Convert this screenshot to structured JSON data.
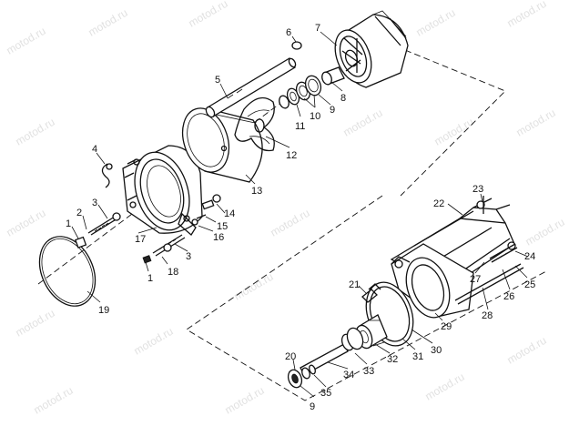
{
  "watermark": "motod.ru",
  "callouts": [
    {
      "id": "c1",
      "text": "1"
    },
    {
      "id": "c2",
      "text": "2"
    },
    {
      "id": "c3",
      "text": "3"
    },
    {
      "id": "c3b",
      "text": "3"
    },
    {
      "id": "c4",
      "text": "4"
    },
    {
      "id": "c5",
      "text": "5"
    },
    {
      "id": "c6",
      "text": "6"
    },
    {
      "id": "c7",
      "text": "7"
    },
    {
      "id": "c8",
      "text": "8"
    },
    {
      "id": "c9",
      "text": "9"
    },
    {
      "id": "c9b",
      "text": "9"
    },
    {
      "id": "c10",
      "text": "10"
    },
    {
      "id": "c11",
      "text": "11"
    },
    {
      "id": "c12",
      "text": "12"
    },
    {
      "id": "c13",
      "text": "13"
    },
    {
      "id": "c14",
      "text": "14"
    },
    {
      "id": "c15",
      "text": "15"
    },
    {
      "id": "c16",
      "text": "16"
    },
    {
      "id": "c17",
      "text": "17"
    },
    {
      "id": "c18",
      "text": "18"
    },
    {
      "id": "c1b",
      "text": "1"
    },
    {
      "id": "c19",
      "text": "19"
    },
    {
      "id": "c20",
      "text": "20"
    },
    {
      "id": "c21",
      "text": "21"
    },
    {
      "id": "c22",
      "text": "22"
    },
    {
      "id": "c23",
      "text": "23"
    },
    {
      "id": "c24",
      "text": "24"
    },
    {
      "id": "c25",
      "text": "25"
    },
    {
      "id": "c26",
      "text": "26"
    },
    {
      "id": "c27",
      "text": "27"
    },
    {
      "id": "c28",
      "text": "28"
    },
    {
      "id": "c29",
      "text": "29"
    },
    {
      "id": "c30",
      "text": "30"
    },
    {
      "id": "c31",
      "text": "31"
    },
    {
      "id": "c32",
      "text": "32"
    },
    {
      "id": "c33",
      "text": "33"
    },
    {
      "id": "c34",
      "text": "34"
    },
    {
      "id": "c35",
      "text": "35"
    }
  ]
}
